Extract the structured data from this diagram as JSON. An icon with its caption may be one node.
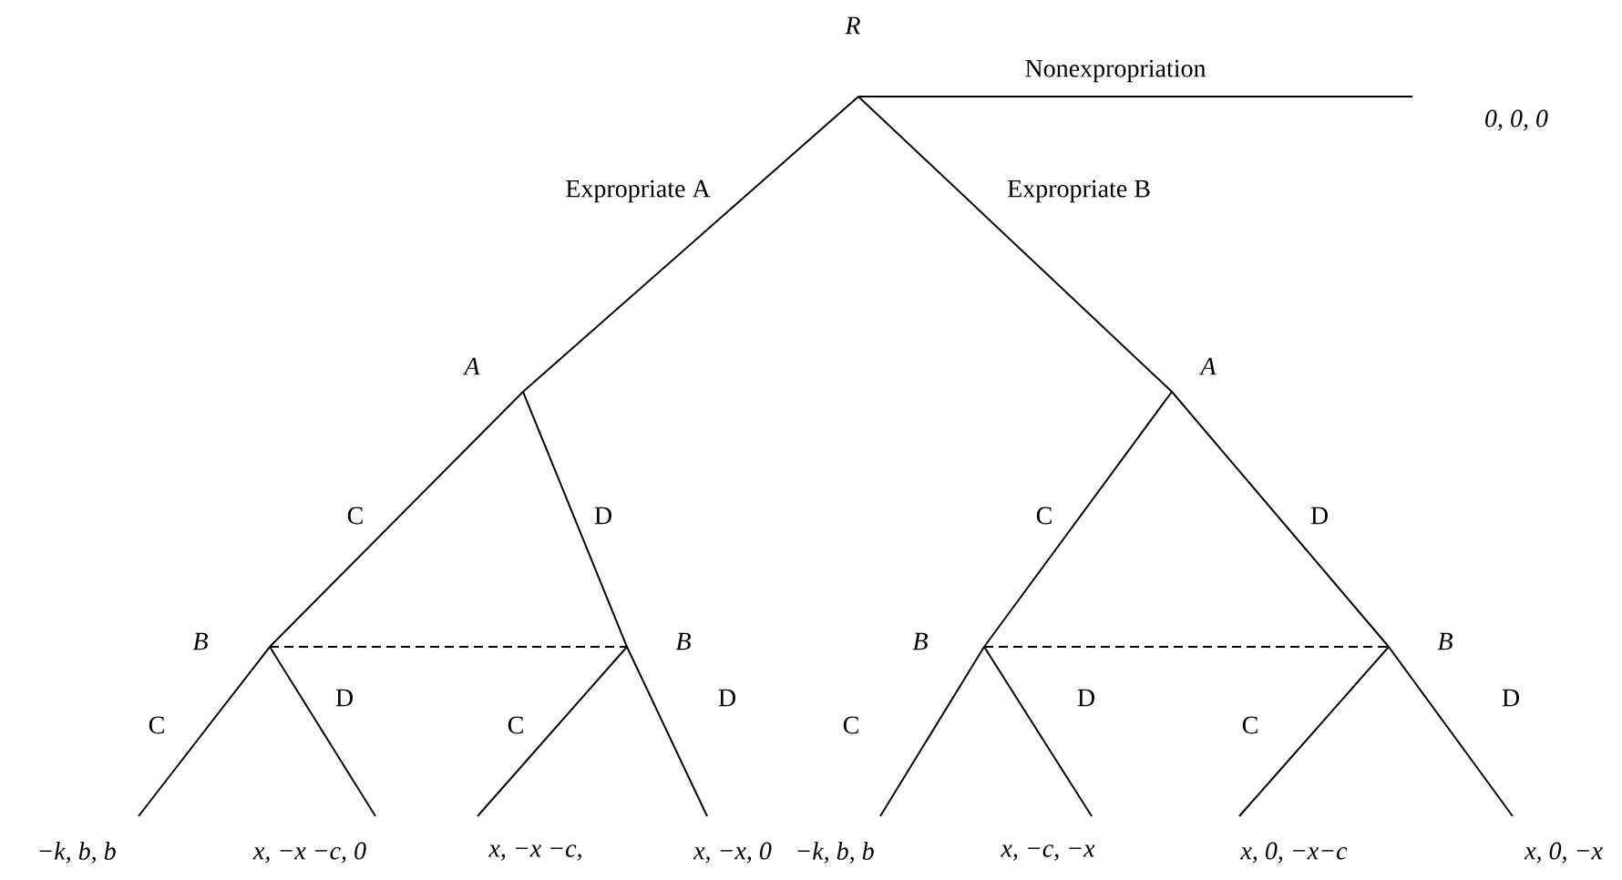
{
  "diagram": {
    "nodes": [
      {
        "text": [
          "R"
        ]
      },
      {
        "text": [
          "A"
        ]
      },
      {
        "text": [
          "A"
        ]
      },
      {
        "text": [
          "B"
        ]
      },
      {
        "text": [
          "B"
        ]
      },
      {
        "text": [
          "B"
        ]
      },
      {
        "text": [
          "B"
        ]
      },
      {
        "text": [
          "0, 0, 0"
        ]
      },
      {
        "text": [
          "−k, b, b"
        ]
      },
      {
        "text": [
          "x, −x −c, 0"
        ]
      },
      {
        "text": [
          "x, −x −c,"
        ]
      },
      {
        "text": [
          "x, −x, 0"
        ]
      },
      {
        "text": [
          "−k, b, b"
        ]
      },
      {
        "text": [
          "x, −c, −x"
        ]
      },
      {
        "text": [
          "x, 0, −x−c"
        ]
      },
      {
        "text": [
          "x, 0, −x"
        ]
      }
    ],
    "edges": [
      {
        "from": 0,
        "to": 7,
        "arrow": "none",
        "label": "Nonexpropriation"
      },
      {
        "from": 0,
        "to": 1,
        "arrow": "none",
        "label": "Expropriate A"
      },
      {
        "from": 0,
        "to": 2,
        "arrow": "none",
        "label": "Expropriate B"
      },
      {
        "from": 1,
        "to": 3,
        "arrow": "none",
        "label": "C"
      },
      {
        "from": 1,
        "to": 4,
        "arrow": "none",
        "label": "D"
      },
      {
        "from": 2,
        "to": 5,
        "arrow": "none",
        "label": "C"
      },
      {
        "from": 2,
        "to": 6,
        "arrow": "none",
        "label": "D"
      },
      {
        "from": 3,
        "to": 8,
        "arrow": "none",
        "label": "C"
      },
      {
        "from": 3,
        "to": 9,
        "arrow": "none",
        "label": "D"
      },
      {
        "from": 4,
        "to": 10,
        "arrow": "none",
        "label": "C"
      },
      {
        "from": 4,
        "to": 11,
        "arrow": "none",
        "label": "D"
      },
      {
        "from": 5,
        "to": 12,
        "arrow": "none",
        "label": "C"
      },
      {
        "from": 5,
        "to": 13,
        "arrow": "none",
        "label": "D"
      },
      {
        "from": 6,
        "to": 14,
        "arrow": "none",
        "label": "C"
      },
      {
        "from": 6,
        "to": 15,
        "arrow": "none",
        "label": "D"
      },
      {
        "from": 3,
        "to": 4,
        "arrow": "none",
        "style": "dashed"
      },
      {
        "from": 5,
        "to": 6,
        "arrow": "none",
        "style": "dashed"
      }
    ]
  }
}
